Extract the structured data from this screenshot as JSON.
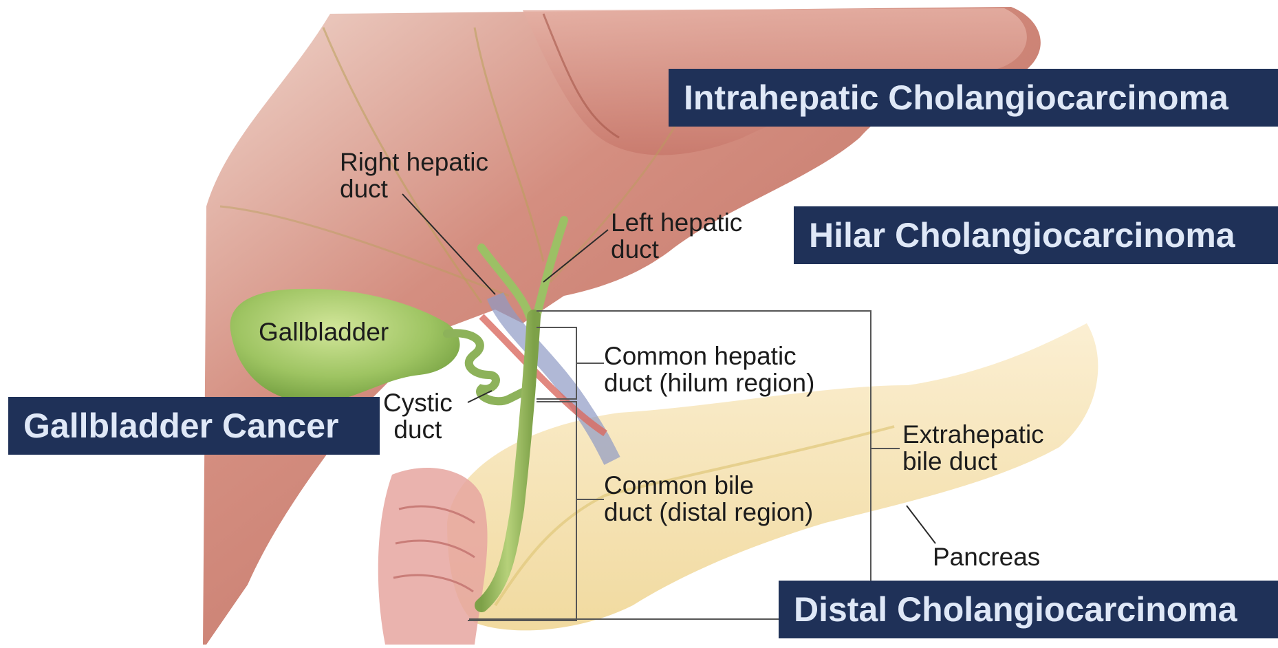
{
  "cancer_types": {
    "intrahepatic": "Intrahepatic Cholangiocarcinoma",
    "hilar": "Hilar Cholangiocarcinoma",
    "gallbladder": "Gallbladder Cancer",
    "distal": "Distal Cholangiocarcinoma"
  },
  "anatomy_labels": {
    "right_hepatic_duct": "Right hepatic\nduct",
    "left_hepatic_duct": "Left hepatic\nduct",
    "gallbladder": "Gallbladder",
    "common_hepatic_duct": "Common hepatic\nduct (hilum region)",
    "cystic_duct": "Cystic\nduct",
    "extrahepatic_bile_duct": "Extrahepatic\nbile duct",
    "common_bile_duct": "Common bile\nduct (distal region)",
    "pancreas": "Pancreas"
  },
  "colors": {
    "label_box": "#1f3158",
    "label_text": "#dfe8f7",
    "liver": "#c97a6d",
    "gallbladder": "#8fb35a",
    "pancreas": "#f6e4b0"
  }
}
